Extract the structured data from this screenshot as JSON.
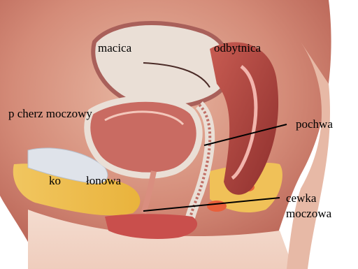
{
  "labels": {
    "uterus": "macica",
    "rectum": "odbytnica",
    "bladder": "p cherz moczowy",
    "vagina": "pochwa",
    "pubic_bone_1": "ko",
    "pubic_bone_2": "łonowa",
    "urethra_line1": "cewka",
    "urethra_line2": "moczowa"
  }
}
